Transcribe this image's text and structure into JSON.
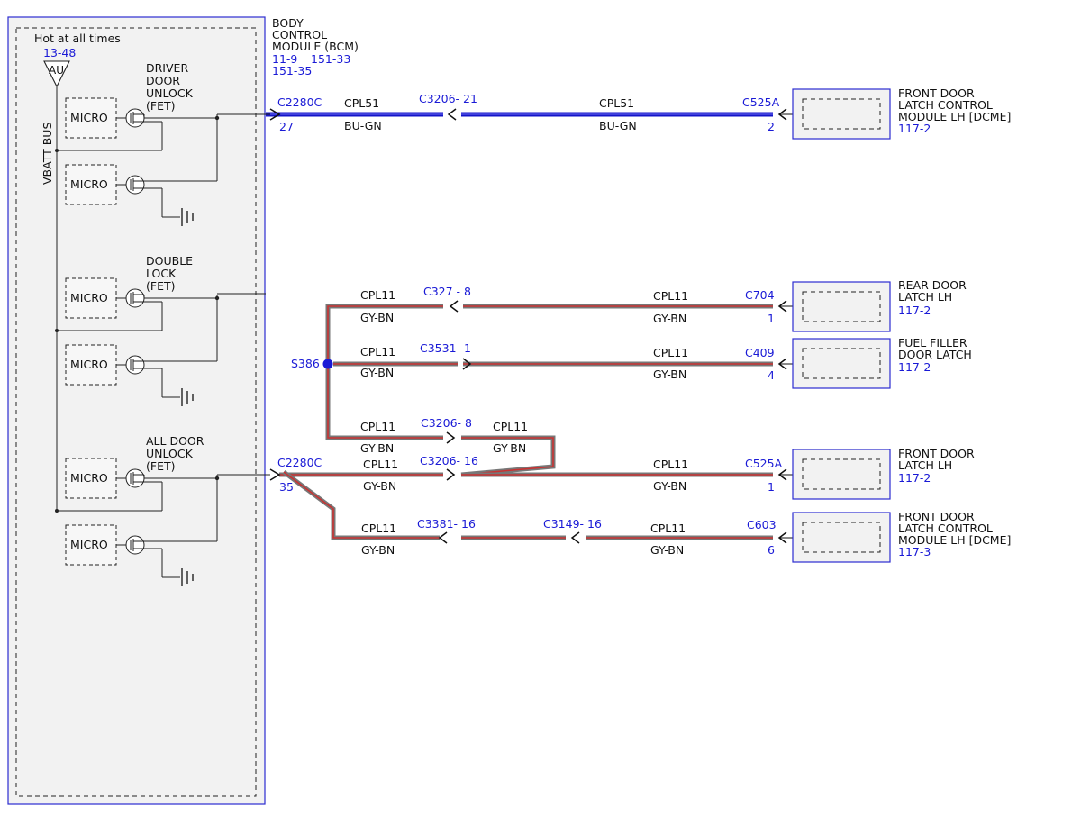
{
  "bcm": {
    "title_lines": [
      "BODY",
      "CONTROL",
      "MODULE (BCM)"
    ],
    "refs": [
      "11-9",
      "151-33",
      "151-35"
    ],
    "hot_label": "Hot at all times",
    "hot_ref": "13-48",
    "fuse_label": "AU",
    "bus_label": "VBATT BUS",
    "micro_label": "MICRO",
    "fet_groups": [
      {
        "lines": [
          "DRIVER",
          "DOOR",
          "UNLOCK",
          "(FET)"
        ]
      },
      {
        "lines": [
          "DOUBLE",
          "LOCK",
          "(FET)"
        ]
      },
      {
        "lines": [
          "ALL DOOR",
          "UNLOCK",
          "(FET)"
        ]
      }
    ]
  },
  "circuits": {
    "cpl51": {
      "circuit": "CPL51",
      "color": "BU-GN",
      "bcm_connector": "C2280C",
      "bcm_pin": "27",
      "inline_connector": "C3206- 21",
      "end_connector": "C525A",
      "end_pin": "2",
      "wire_color": "#1414c8"
    },
    "cpl11": {
      "circuit": "CPL11",
      "color": "GY-BN",
      "bcm_connector": "C2280C",
      "bcm_pin": "35",
      "splice": "S386",
      "wire_color": "#777777",
      "stripe_color": "#c83232",
      "branches": [
        {
          "inline": "C327 - 8",
          "end_connector": "C704",
          "end_pin": "1"
        },
        {
          "inline": "C3531- 1",
          "end_connector": "C409",
          "end_pin": "4"
        },
        {
          "inline": "C3206- 8"
        },
        {
          "inline": "C3206- 16",
          "end_connector": "C525A",
          "end_pin": "1"
        },
        {
          "inline": "C3381- 16",
          "inline2": "C3149- 16",
          "end_connector": "C603",
          "end_pin": "6"
        }
      ]
    }
  },
  "components": [
    {
      "name_lines": [
        "FRONT DOOR",
        "LATCH CONTROL",
        "MODULE LH [DCME]"
      ],
      "ref": "117-2"
    },
    {
      "name_lines": [
        "REAR DOOR",
        "LATCH LH"
      ],
      "ref": "117-2"
    },
    {
      "name_lines": [
        "FUEL FILLER",
        "DOOR LATCH"
      ],
      "ref": "117-2"
    },
    {
      "name_lines": [
        "FRONT DOOR",
        "LATCH LH"
      ],
      "ref": "117-2"
    },
    {
      "name_lines": [
        "FRONT DOOR",
        "LATCH CONTROL",
        "MODULE LH [DCME]"
      ],
      "ref": "117-3"
    }
  ]
}
